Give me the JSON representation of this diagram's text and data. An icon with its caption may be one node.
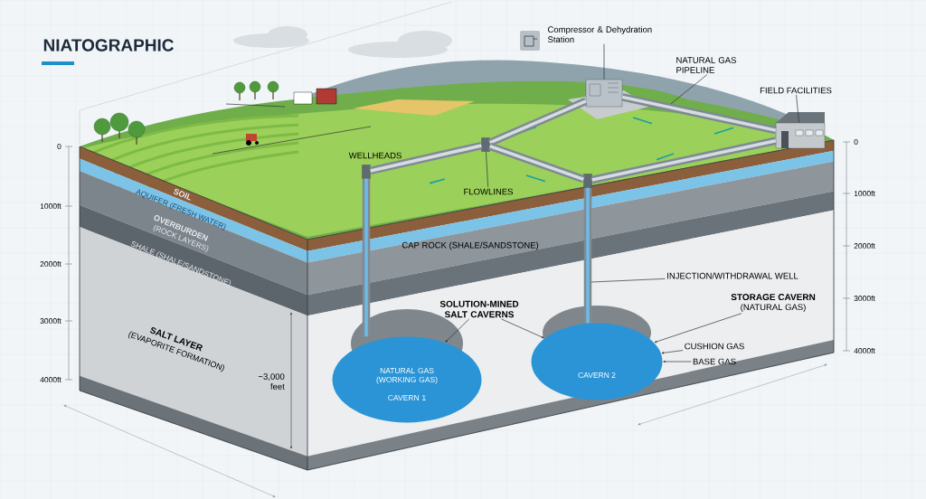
{
  "diagram": {
    "title": "NIATOGRAPHIC",
    "nodes": [
      {
        "text": [
          "Compressor & Dehydration Station"
        ]
      },
      {
        "text": [],
        "shape": "picture"
      },
      {
        "text": [
          "NATURAL GAS PIPELINE"
        ]
      },
      {
        "text": [
          "FIELD FACILITIES"
        ]
      },
      {
        "text": [],
        "shape": "picture"
      },
      {
        "text": [
          "FLOWLINES"
        ]
      },
      {
        "text": [
          "INJECTION/WITHDRAWAL WELL"
        ]
      },
      {
        "text": [
          "SOLUTION-MINED SALT CAVERNS"
        ]
      },
      {
        "text": [
          "NATURAL GAS (WORKING GAS)",
          "CAVERN 1"
        ]
      },
      {
        "text": [
          "CAVERN 2"
        ]
      },
      {
        "text": [
          "STORAGE CAVERN",
          "(NATURAL GAS)"
        ]
      },
      {
        "text": [
          "CUSHION GAS"
        ]
      },
      {
        "text": [
          "BASE GAS"
        ]
      },
      {
        "text": [],
        "shape": "box"
      },
      {
        "text": [],
        "shape": "box"
      },
      {
        "text": [],
        "shape": "box"
      }
    ],
    "edges": [
      {
        "from": 0,
        "to": 1,
        "arrow": "none"
      },
      {
        "from": 2,
        "to": null,
        "arrow": "none"
      },
      {
        "from": 3,
        "to": 4,
        "arrow": "none"
      },
      {
        "from": 5,
        "to": 14,
        "arrow": "none"
      },
      {
        "from": 6,
        "to": null,
        "arrow": "none"
      },
      {
        "from": 7,
        "to": 8,
        "arrow": "to"
      },
      {
        "from": 7,
        "to": 9,
        "arrow": "to"
      },
      {
        "from": 10,
        "to": 9,
        "arrow": "to"
      },
      {
        "from": 11,
        "to": 9,
        "arrow": "to"
      },
      {
        "from": 12,
        "to": 9,
        "arrow": "to"
      },
      {
        "from": 13,
        "to": 14,
        "arrow": "none",
        "style": "thick",
        "color": "#7f8a93"
      },
      {
        "from": 14,
        "to": 1,
        "arrow": "none",
        "style": "thick",
        "color": "#7f8a93"
      },
      {
        "from": 14,
        "to": 15,
        "arrow": "none",
        "style": "thick",
        "color": "#7f8a93"
      },
      {
        "from": 15,
        "to": 4,
        "arrow": "none",
        "style": "thick",
        "color": "#7f8a93"
      },
      {
        "from": 1,
        "to": 4,
        "arrow": "none",
        "style": "thick",
        "color": "#7f8a93"
      },
      {
        "from": 13,
        "to": 8,
        "arrow": "none",
        "style": "thick",
        "color": "#7f8a93"
      },
      {
        "from": 15,
        "to": 9,
        "arrow": "none",
        "style": "thick",
        "color": "#7f8a93"
      }
    ],
    "labels": [
      "WELLHEADS",
      "SOIL",
      "AQUIFER (FRESH WATER)",
      "OVERBURDEN",
      "(ROCK LAYERS)",
      "SHALE (SHALE/SANDSTONE)",
      "CAP ROCK (SHALE/SANDSTONE)",
      "SALT LAYER",
      "(EVAPORITE FORMATION)",
      "~3,000 feet",
      "0",
      "1000ft",
      "2000ft",
      "3000ft",
      "4000ft",
      "0",
      "1000ft",
      "2000ft",
      "3000ft",
      "4000ft"
    ]
  }
}
